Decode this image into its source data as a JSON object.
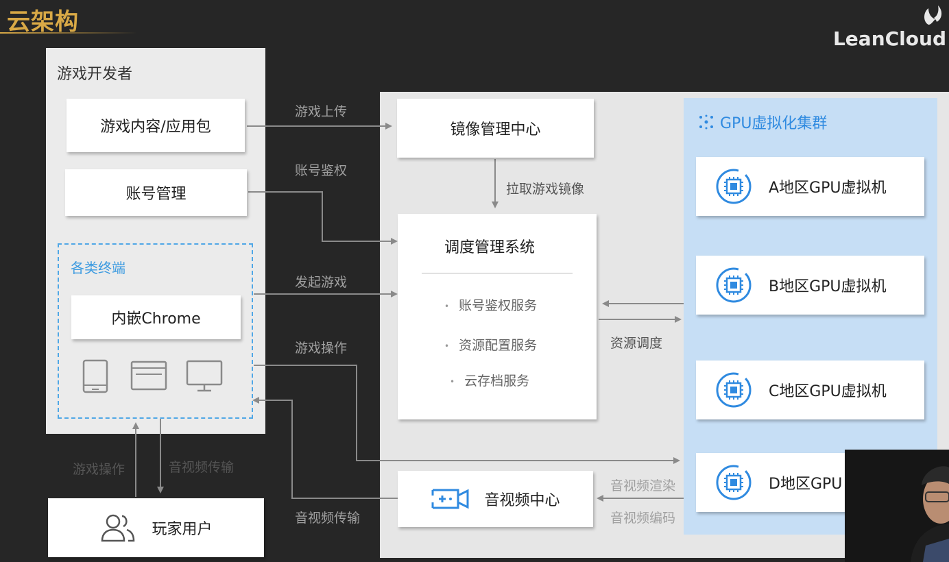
{
  "header": {
    "title": "云架构",
    "brand": "LeanCloud"
  },
  "developer": {
    "title": "游戏开发者",
    "content_package": "游戏内容/应用包",
    "account": "账号管理",
    "terminals": {
      "title": "各类终端",
      "embedded": "内嵌Chrome"
    }
  },
  "player": {
    "label": "玩家用户"
  },
  "image_center": "镜像管理中心",
  "scheduler": {
    "title": "调度管理系统",
    "services": [
      "账号鉴权服务",
      "资源配置服务",
      "云存档服务"
    ]
  },
  "av_center": "音视频中心",
  "gpu_cluster": {
    "title": "GPU虚拟化集群",
    "vms": [
      "A地区GPU虚拟机",
      "B地区GPU虚拟机",
      "C地区GPU虚拟机",
      "D地区GPU"
    ]
  },
  "edges": {
    "game_upload": "游戏上传",
    "account_auth": "账号鉴权",
    "pull_image": "拉取游戏镜像",
    "launch_game": "发起游戏",
    "game_operation": "游戏操作",
    "resource_dispatch": "资源调度",
    "av_render": "音视频渲染",
    "av_encode": "音视频编码",
    "av_transfer": "音视频传输",
    "player_operation": "游戏操作",
    "player_av_transfer": "音视频传输"
  },
  "colors": {
    "title_gold": "#d9a946",
    "accent_blue": "#2f8ae0",
    "dashed_blue": "#4fa7e6",
    "gpu_bg": "#c6def5"
  }
}
